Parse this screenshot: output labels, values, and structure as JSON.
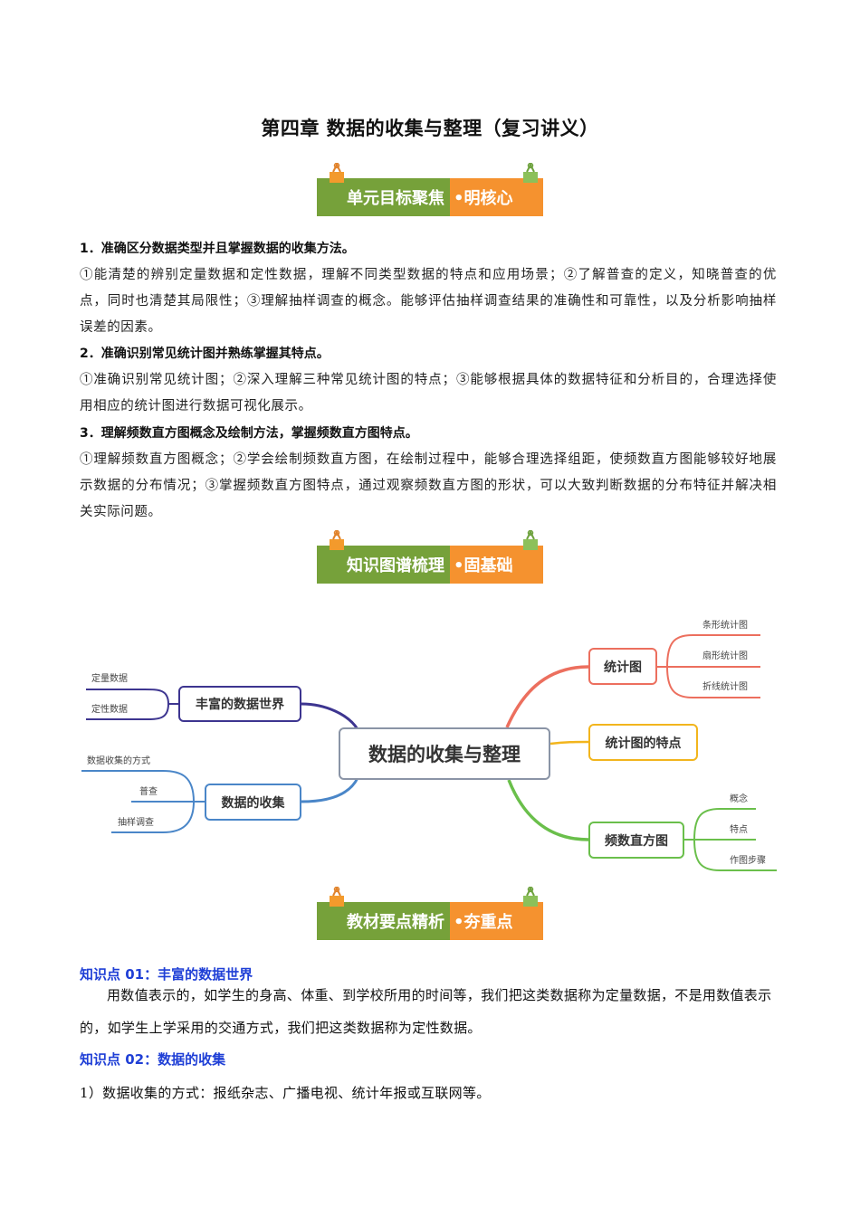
{
  "title": "第四章  数据的收集与整理（复习讲义）",
  "banners": [
    {
      "main": "单元目标聚焦",
      "sub": "•明核心",
      "green": "#76a13a",
      "orange": "#f5922f"
    },
    {
      "main": "知识图谱梳理",
      "sub": "•固基础",
      "green": "#76a13a",
      "orange": "#f5922f"
    },
    {
      "main": "教材要点精析",
      "sub": "•夯重点",
      "green": "#76a13a",
      "orange": "#f5922f"
    }
  ],
  "goals": [
    {
      "heading": "1．准确区分数据类型并且掌握数据的收集方法。",
      "text": "①能清楚的辨别定量数据和定性数据，理解不同类型数据的特点和应用场景；②了解普查的定义，知晓普查的优点，同时也清楚其局限性；③理解抽样调查的概念。能够评估抽样调查结果的准确性和可靠性，以及分析影响抽样误差的因素。"
    },
    {
      "heading": "2．准确识别常见统计图并熟练掌握其特点。",
      "text": "①准确识别常见统计图；②深入理解三种常见统计图的特点；③能够根据具体的数据特征和分析目的，合理选择使用相应的统计图进行数据可视化展示。"
    },
    {
      "heading": "3．理解频数直方图概念及绘制方法，掌握频数直方图特点。",
      "text": "①理解频数直方图概念；②学会绘制频数直方图，在绘制过程中，能够合理选择组距，使频数直方图能够较好地展示数据的分布情况；③掌握频数直方图特点，通过观察频数直方图的形状，可以大致判断数据的分布特征并解决相关实际问题。"
    }
  ],
  "mindmap": {
    "center": "数据的收集与整理",
    "branches": [
      {
        "label": "丰富的数据世界",
        "color": "#3d3590",
        "leaves": [
          "定量数据",
          "定性数据"
        ]
      },
      {
        "label": "数据的收集",
        "color": "#4a86c8",
        "leaves": [
          "数据收集的方式",
          "普查",
          "抽样调查"
        ]
      },
      {
        "label": "统计图",
        "color": "#ec6f5e",
        "leaves": [
          "条形统计图",
          "扇形统计图",
          "折线统计图"
        ]
      },
      {
        "label": "统计图的特点",
        "color": "#f2b51d",
        "leaves": []
      },
      {
        "label": "频数直方图",
        "color": "#6abf4b",
        "leaves": [
          "概念",
          "特点",
          "作图步骤"
        ]
      }
    ]
  },
  "knowledge_points": [
    {
      "heading": "知识点 01：丰富的数据世界",
      "paragraphs": [
        "用数值表示的，如学生的身高、体重、到学校所用的时间等，我们把这类数据称为定量数据，不是用数值表示的，如学生上学采用的交通方式，我们把这类数据称为定性数据。"
      ]
    },
    {
      "heading": "知识点 02：数据的收集",
      "paragraphs": [
        "1）数据收集的方式：报纸杂志、广播电视、统计年报或互联网等。"
      ]
    }
  ]
}
